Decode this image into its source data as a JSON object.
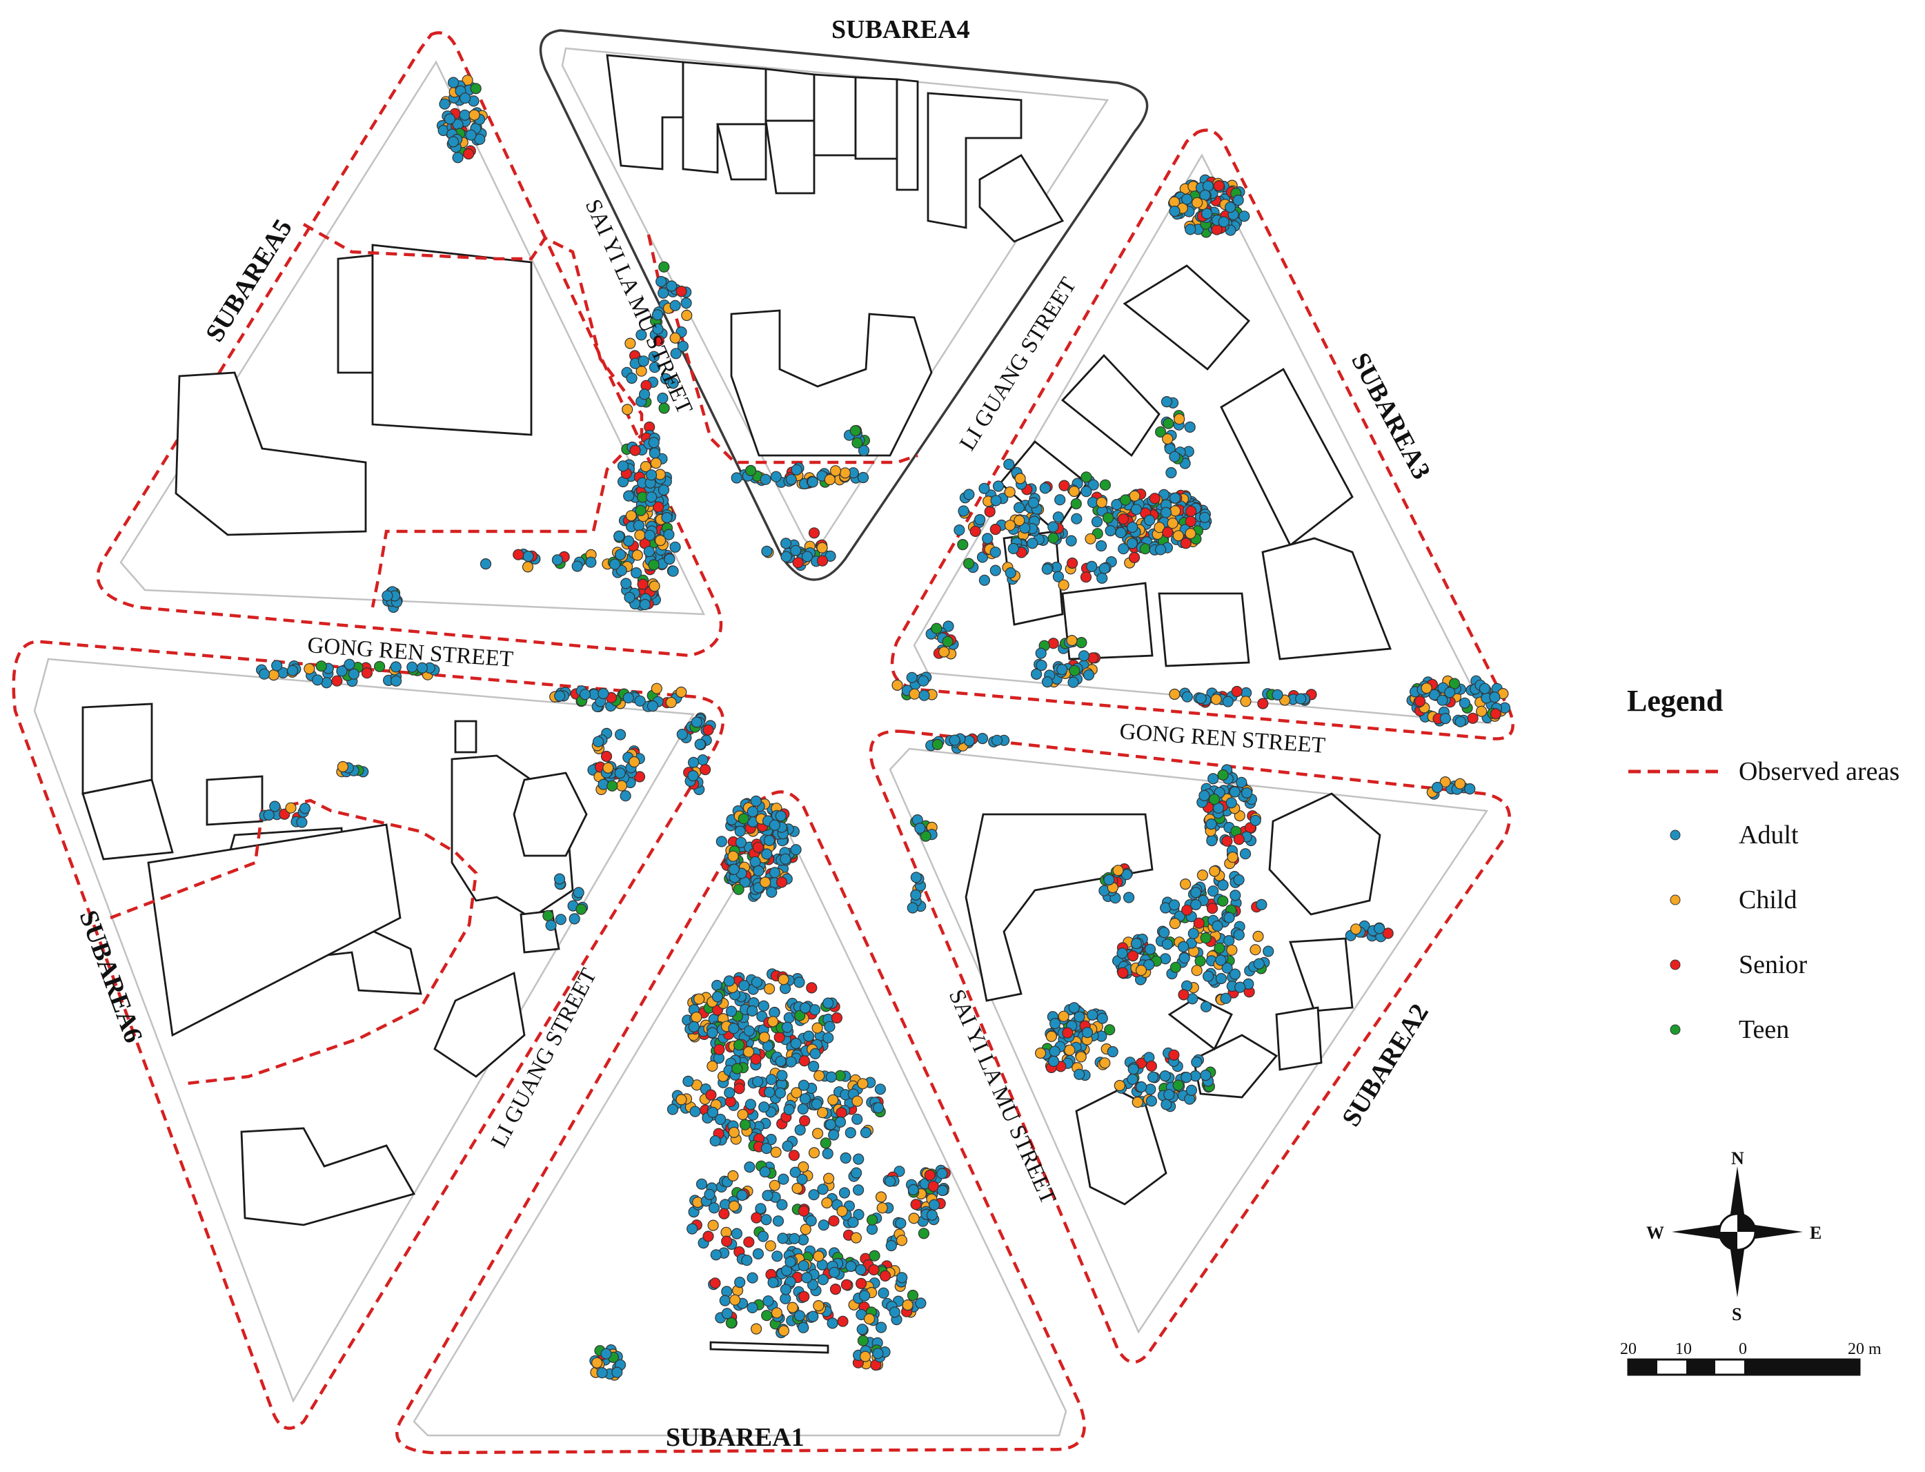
{
  "subareas": {
    "s1": "SUBAREA1",
    "s2": "SUBAREA2",
    "s3": "SUBAREA3",
    "s4": "SUBAREA4",
    "s5": "SUBAREA5",
    "s6": "SUBAREA6"
  },
  "streets": {
    "gong_ren_left": "GONG REN STREET",
    "gong_ren_right": "GONG REN STREET",
    "li_guang_upper": "LI GUANG STREET",
    "li_guang_lower": "LI GUANG STREET",
    "sai_yi_upper": "SAI YI LA MU STREET",
    "sai_yi_lower": "SAI YI LA MU STREET"
  },
  "legend": {
    "title": "Legend",
    "items": [
      {
        "label": "Observed areas",
        "kind": "line",
        "color": "#d62020"
      },
      {
        "label": "Adult",
        "kind": "dot",
        "color": "#1f8fbf"
      },
      {
        "label": "Child",
        "kind": "dot",
        "color": "#f5a623"
      },
      {
        "label": "Senior",
        "kind": "dot",
        "color": "#e8201f"
      },
      {
        "label": "Teen",
        "kind": "dot",
        "color": "#1d9a2c"
      }
    ]
  },
  "compass": {
    "n": "N",
    "s": "S",
    "e": "E",
    "w": "W"
  },
  "scale": {
    "labels": [
      "20",
      "10",
      "0",
      "20 m"
    ]
  },
  "colors": {
    "Adult": "#1f8fbf",
    "Child": "#f5a623",
    "Senior": "#e8201f",
    "Teen": "#1d9a2c",
    "observed": "#d62020"
  }
}
